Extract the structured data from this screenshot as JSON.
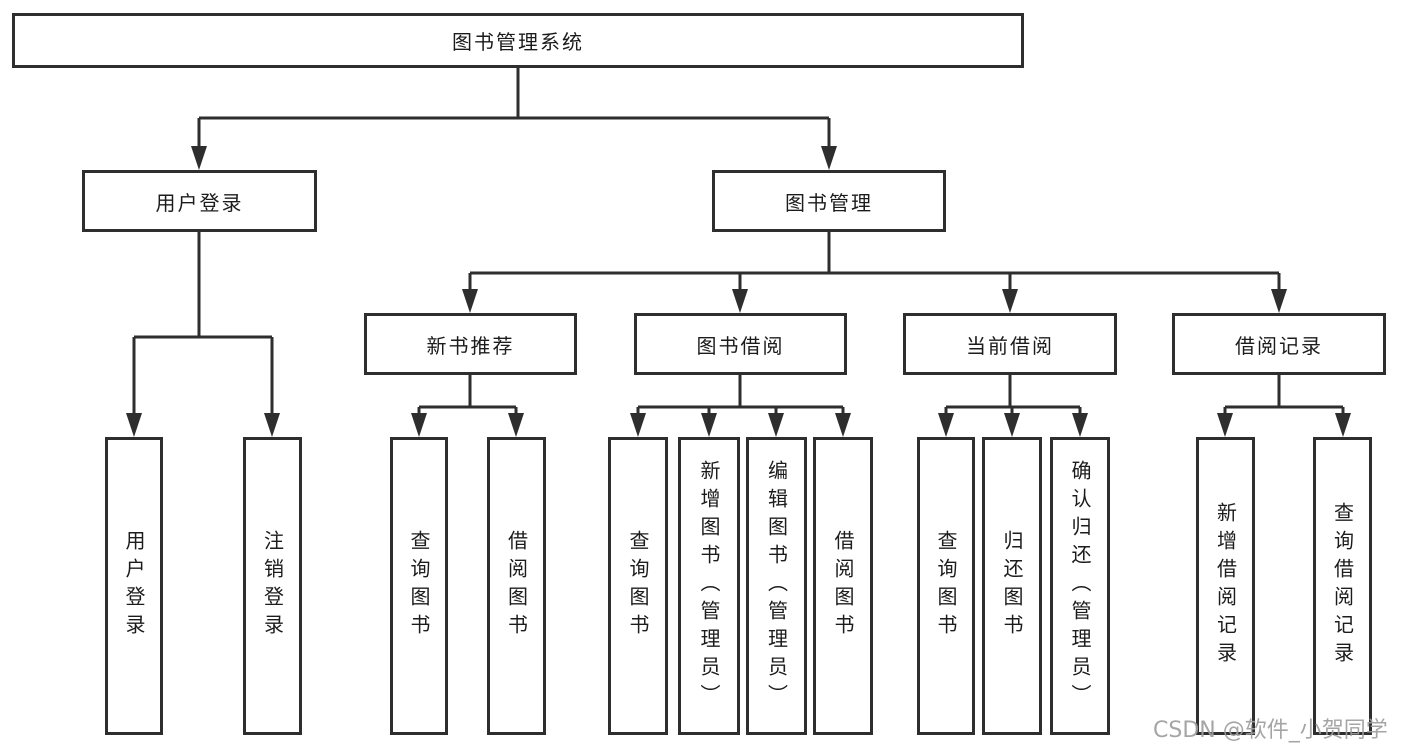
{
  "diagram": {
    "line_color": "#2e2e2e",
    "box_background": "#ffffff",
    "text_color": "#1c1c1c",
    "root": {
      "label": "图书管理系统",
      "children": [
        {
          "label": "用户登录",
          "children": [
            {
              "label": "用户登录"
            },
            {
              "label": "注销登录"
            }
          ]
        },
        {
          "label": "图书管理",
          "children": [
            {
              "label": "新书推荐",
              "children": [
                {
                  "label": "查询图书"
                },
                {
                  "label": "借阅图书"
                }
              ]
            },
            {
              "label": "图书借阅",
              "children": [
                {
                  "label": "查询图书"
                },
                {
                  "label": "新增图书（管理员）"
                },
                {
                  "label": "编辑图书（管理员）"
                },
                {
                  "label": "借阅图书"
                }
              ]
            },
            {
              "label": "当前借阅",
              "children": [
                {
                  "label": "查询图书"
                },
                {
                  "label": "归还图书"
                },
                {
                  "label": "确认归还（管理员）"
                }
              ]
            },
            {
              "label": "借阅记录",
              "children": [
                {
                  "label": "新增借阅记录"
                },
                {
                  "label": "查询借阅记录"
                }
              ]
            }
          ]
        }
      ]
    }
  },
  "watermark": {
    "text": "CSDN @软件_小贺同学",
    "color": "#9e9e9e"
  }
}
